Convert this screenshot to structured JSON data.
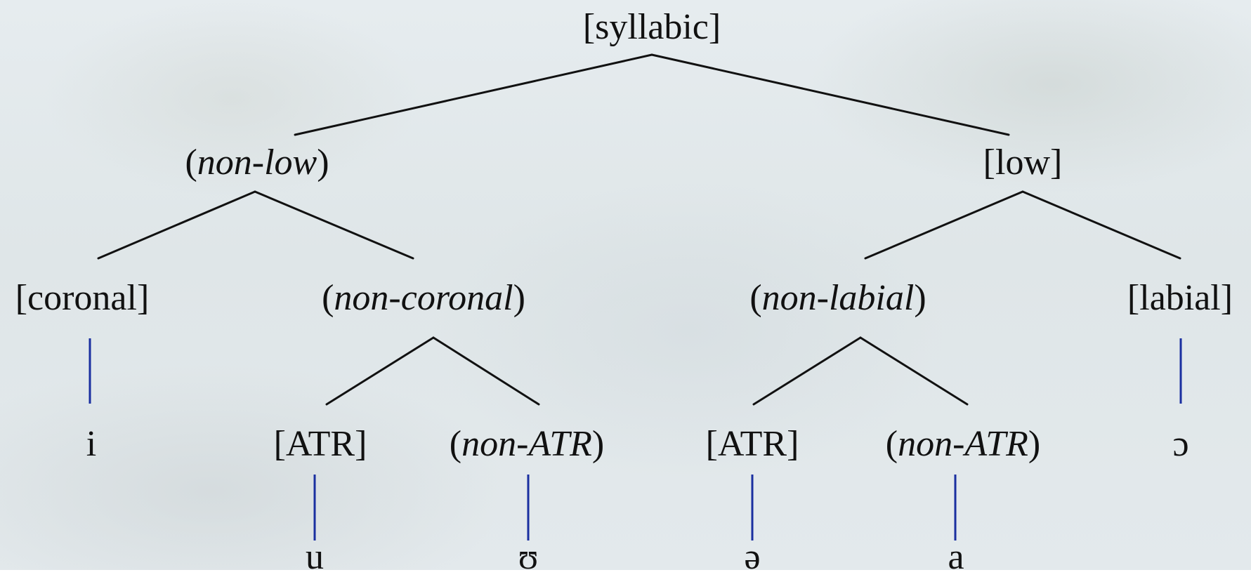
{
  "nodes": {
    "syllabic": {
      "text": "[syllabic]"
    },
    "non_low": {
      "open": "(",
      "italic": "non-low",
      "close": ")"
    },
    "low": {
      "text": "[low]"
    },
    "coronal": {
      "text": "[coronal]"
    },
    "non_coronal": {
      "open": "(",
      "italic": "non-coronal",
      "close": ")"
    },
    "non_labial": {
      "open": "(",
      "italic": "non-labial",
      "close": ")"
    },
    "labial": {
      "text": "[labial]"
    },
    "i": {
      "text": "i"
    },
    "atr_1": {
      "text": "[ATR]"
    },
    "non_atr_1": {
      "open": "(",
      "italic": "non-ATR",
      "close": ")"
    },
    "atr_2": {
      "text": "[ATR]"
    },
    "non_atr_2": {
      "open": "(",
      "italic": "non-ATR",
      "close": ")"
    },
    "open_o": {
      "text": "ɔ"
    },
    "u": {
      "text": "u"
    },
    "upsilon": {
      "text": "ʊ"
    },
    "schwa": {
      "text": "ə"
    },
    "a": {
      "text": "a"
    }
  },
  "colors": {
    "branch": "#111111",
    "terminal_link": "#1a2fa0"
  }
}
